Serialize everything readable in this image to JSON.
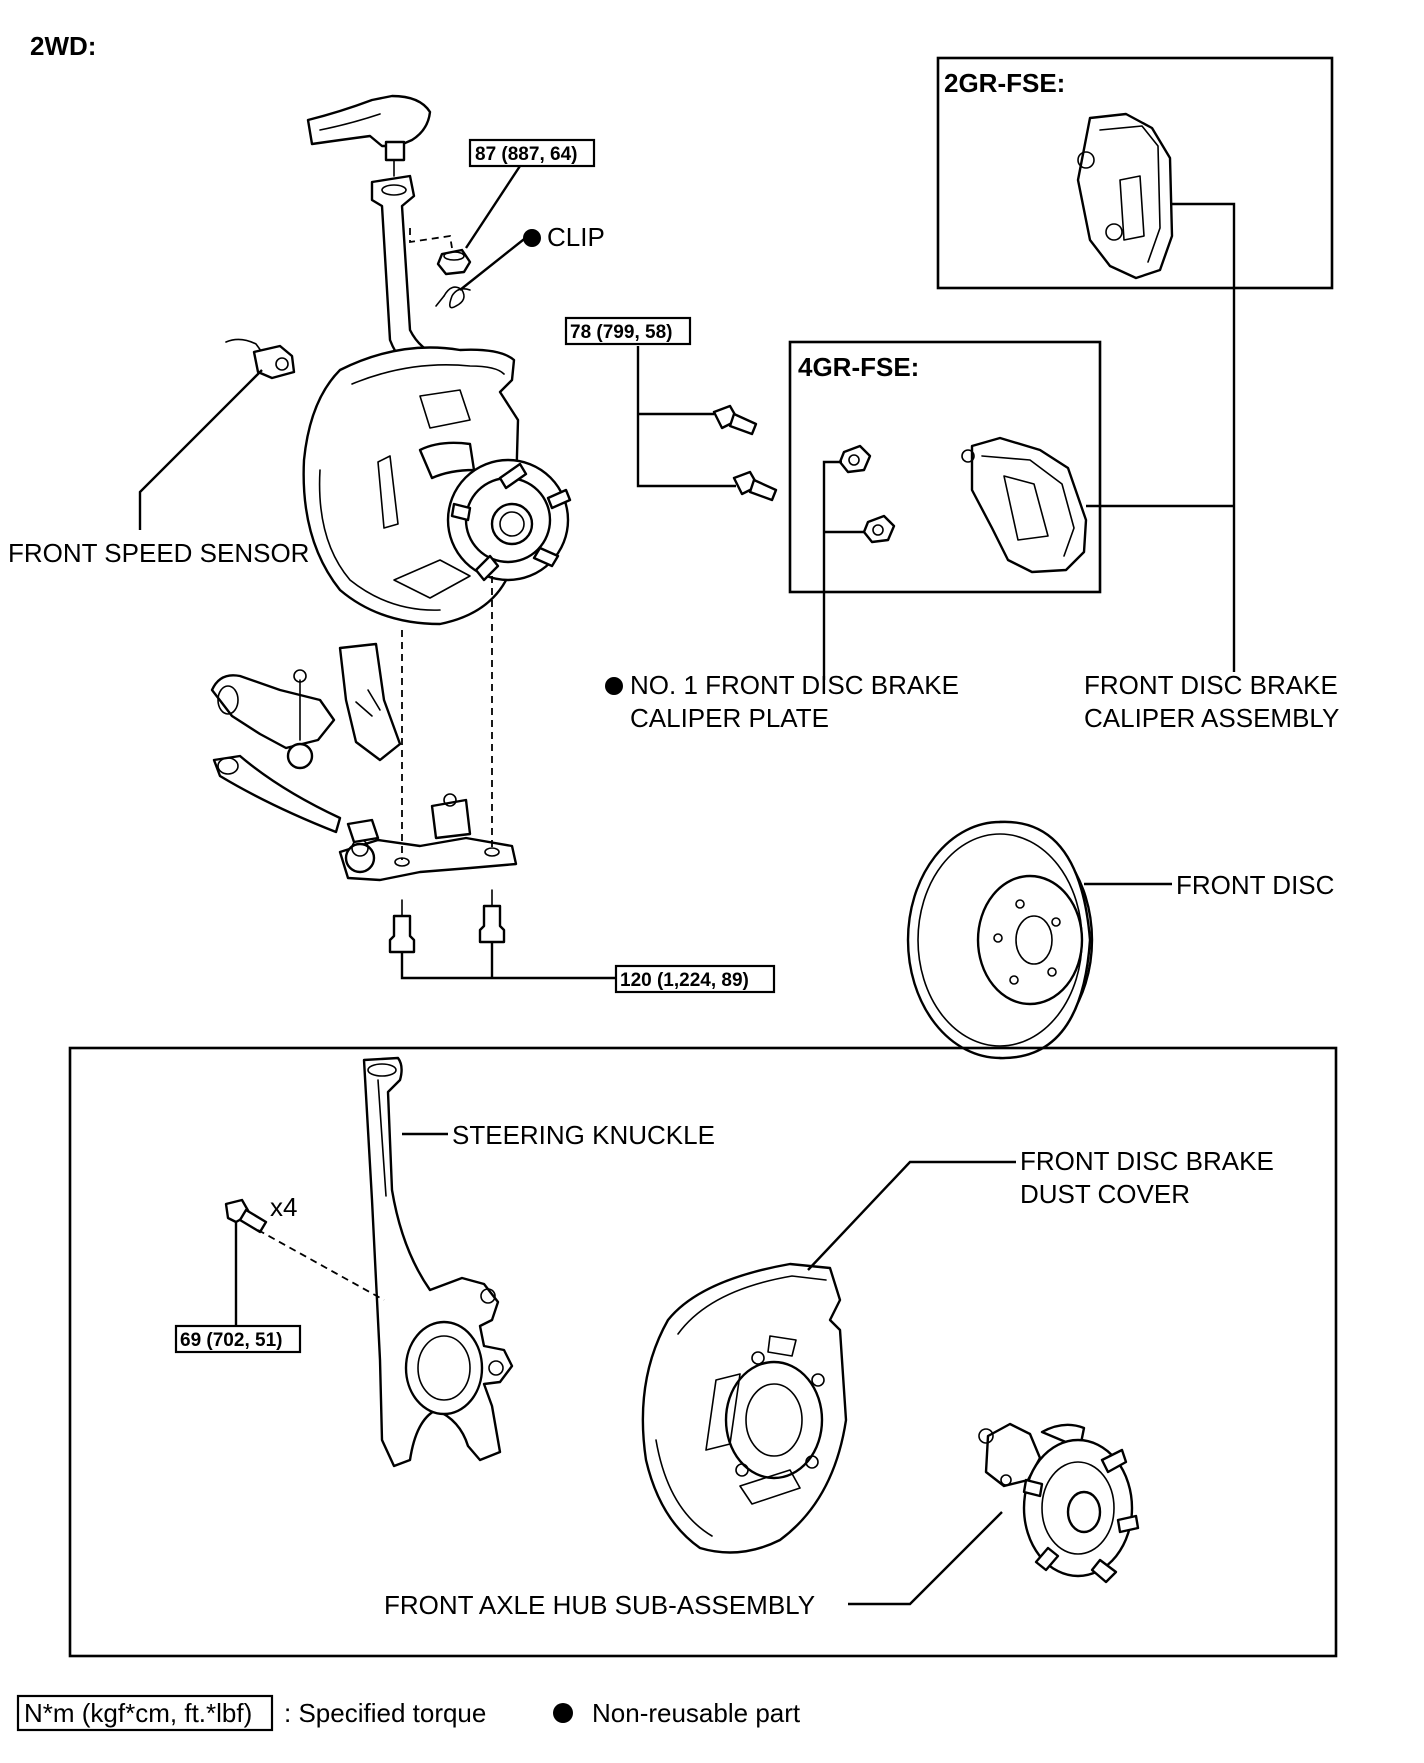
{
  "header": {
    "drive": "2WD:"
  },
  "variants": {
    "v2gr": "2GR-FSE:",
    "v4gr": "4GR-FSE:"
  },
  "torques": {
    "t87": "87 (887, 64)",
    "t78": "78 (799, 58)",
    "t120": "120 (1,224, 89)",
    "t69": "69 (702, 51)"
  },
  "labels": {
    "clip": "CLIP",
    "front_speed_sensor": "FRONT SPEED SENSOR",
    "caliper_plate_1": "NO. 1 FRONT DISC BRAKE",
    "caliper_plate_2": "CALIPER PLATE",
    "caliper_assy_1": "FRONT DISC BRAKE",
    "caliper_assy_2": "CALIPER ASSEMBLY",
    "front_disc": "FRONT DISC",
    "steering_knuckle": "STEERING KNUCKLE",
    "dust_cover_1": "FRONT DISC BRAKE",
    "dust_cover_2": "DUST COVER",
    "x4": "x4",
    "hub": "FRONT AXLE HUB SUB-ASSEMBLY"
  },
  "legend": {
    "torque_units": "N*m (kgf*cm, ft.*lbf)",
    "torque_text": ": Specified torque",
    "nonreusable_text": "Non-reusable part"
  }
}
